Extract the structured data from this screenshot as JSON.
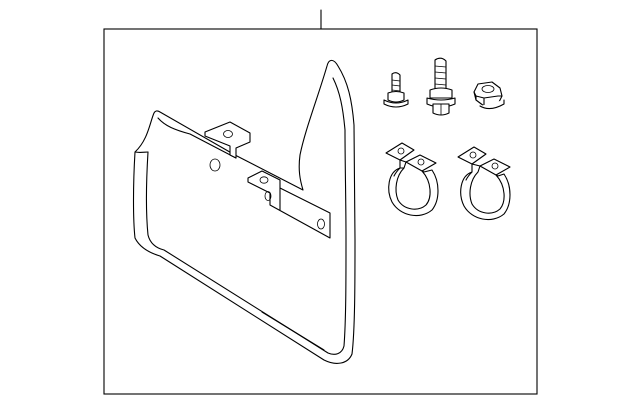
{
  "diagram": {
    "type": "exploded-parts-diagram",
    "background": "#ffffff",
    "line_color": "#000000",
    "parts": [
      {
        "id": "mud-flap",
        "kind": "mud-flap"
      },
      {
        "id": "screw-short",
        "kind": "screw"
      },
      {
        "id": "bolt-long",
        "kind": "bolt"
      },
      {
        "id": "nut",
        "kind": "hex-nut"
      },
      {
        "id": "clip-1",
        "kind": "clamp-clip"
      },
      {
        "id": "clip-2",
        "kind": "clamp-clip"
      }
    ]
  }
}
